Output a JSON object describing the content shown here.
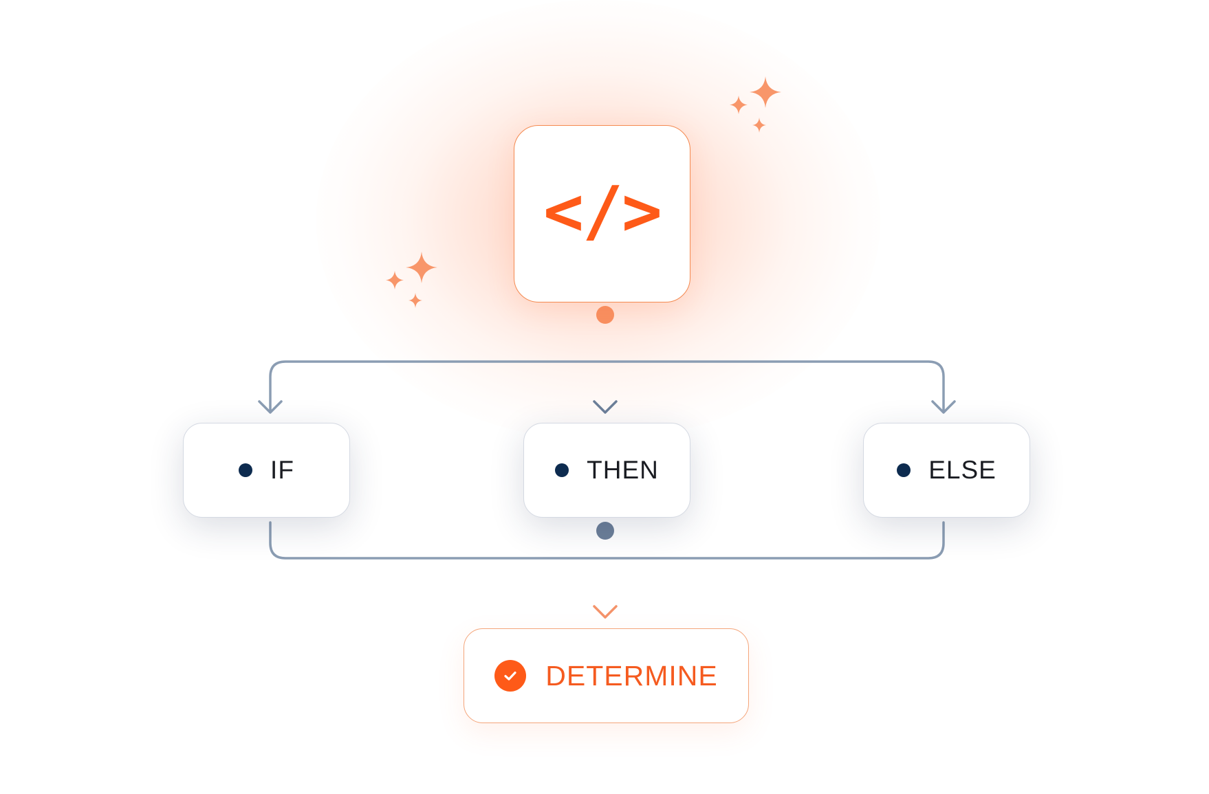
{
  "diagram": {
    "root": {
      "icon": "code-tag-icon",
      "glyph": "</>"
    },
    "branches": [
      {
        "label": "IF"
      },
      {
        "label": "THEN"
      },
      {
        "label": "ELSE"
      }
    ],
    "result": {
      "icon": "check-circle-icon",
      "label": "DETERMINE"
    }
  },
  "colors": {
    "accent": "#fe5a18",
    "accent_light": "#f88f60",
    "connector": "#8b9db3",
    "bullet": "#0d2b4f",
    "text": "#1a1c22"
  }
}
